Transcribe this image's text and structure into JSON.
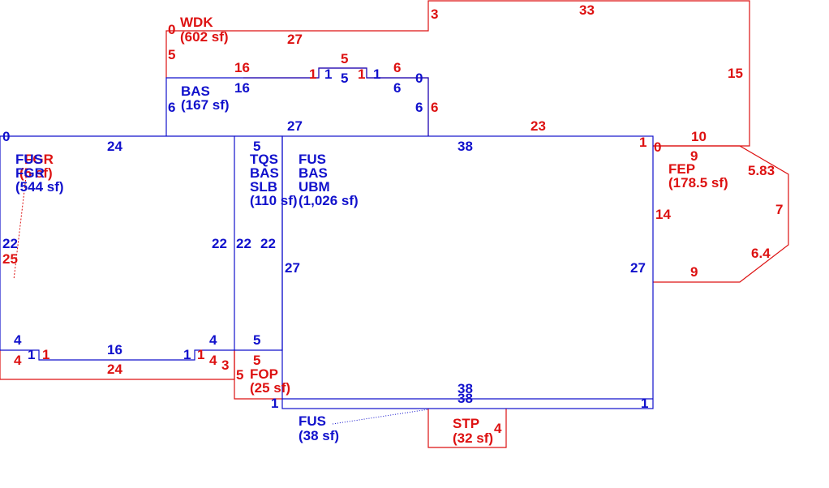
{
  "colors": {
    "red": "#dd1111",
    "blue": "#1111cc",
    "background": "#ffffff"
  },
  "areas": {
    "wdk": {
      "name": "WDK",
      "area": "(602 sf)"
    },
    "bas_top": {
      "name": "BAS",
      "area": "(167 sf)"
    },
    "fus_left": {
      "name": "FUS",
      "area": "(544 sf)"
    },
    "fgr": {
      "name": "FGR"
    },
    "fgr_overlap": {
      "name": "FGR",
      "area": "(5 sf)"
    },
    "tqs": {
      "line1": "TQS",
      "line2": "BAS",
      "line3": "SLB",
      "area": "(110 sf)"
    },
    "fus_main": {
      "line1": "FUS",
      "line2": "BAS",
      "line3": "UBM",
      "area": "(1,026 sf)"
    },
    "fep": {
      "name": "FEP",
      "area": "(178.5 sf)"
    },
    "fop": {
      "name": "FOP",
      "area": "(25 sf)"
    },
    "fus_bottom": {
      "name": "FUS",
      "area": "(38 sf)"
    },
    "stp": {
      "name": "STP",
      "area": "(32 sf)"
    }
  },
  "dimensions": {
    "red": [
      "0",
      "5",
      "27",
      "3",
      "33",
      "15",
      "16",
      "5",
      "1",
      "1",
      "6",
      "6",
      "23",
      "1",
      "0",
      "10",
      "9",
      "5.83",
      "7",
      "6.4",
      "9",
      "14",
      "25",
      "4",
      "1",
      "24",
      "1",
      "4",
      "3",
      "5",
      "5",
      "4"
    ],
    "blue": [
      "1",
      "5",
      "1",
      "0",
      "16",
      "6",
      "6",
      "6",
      "27",
      "0",
      "24",
      "5",
      "38",
      "22",
      "22",
      "22",
      "22",
      "27",
      "27",
      "4",
      "1",
      "16",
      "1",
      "4",
      "5",
      "38",
      "38",
      "1",
      "1"
    ]
  }
}
